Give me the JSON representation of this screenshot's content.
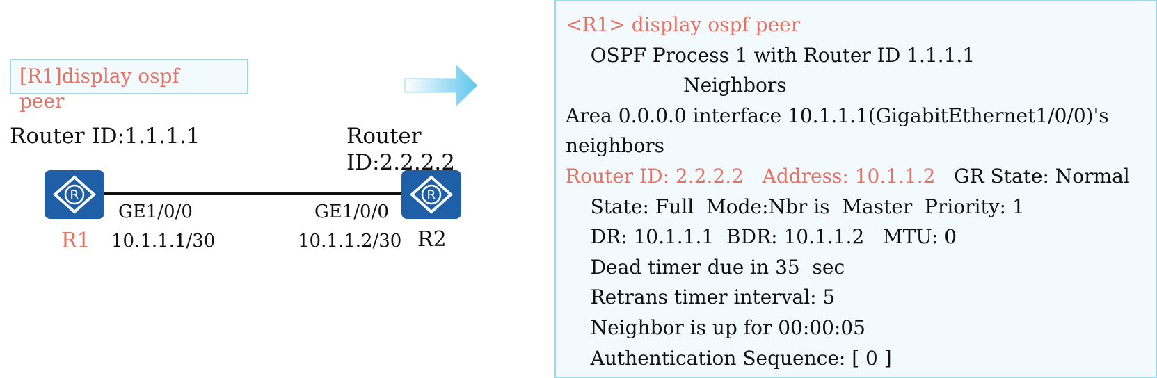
{
  "topology": {
    "command": "[R1]display ospf peer",
    "r1": {
      "name": "R1",
      "router_id_label": "Router ID:1.1.1.1",
      "port": "GE1/0/0",
      "ip": "10.1.1.1/30",
      "icon": "router-icon"
    },
    "r2": {
      "name": "R2",
      "router_id_label": "Router ID:2.2.2.2",
      "port": "GE1/0/0",
      "ip": "10.1.1.2/30",
      "icon": "router-icon"
    },
    "arrow_icon": "right-arrow-icon"
  },
  "output": {
    "prompt": "<R1> display ospf peer",
    "process_line": "    OSPF Process 1 with Router ID 1.1.1.1",
    "neighbors_heading": "                   Neighbors",
    "area_line_1": "Area 0.0.0.0 interface 10.1.1.1(GigabitEthernet1/0/0)'s",
    "area_line_2": "neighbors",
    "router_id": "Router ID: 2.2.2.2",
    "address": "Address: 10.1.1.2",
    "gr_state": "GR State: Normal",
    "state_line": "    State: Full  Mode:Nbr is  Master  Priority: 1",
    "dr_line": "    DR: 10.1.1.1  BDR: 10.1.1.2   MTU: 0",
    "dead_timer_line": "    Dead timer due in 35  sec",
    "retrans_line": "    Retrans timer interval: 5",
    "uptime_line": "    Neighbor is up for 00:00:05",
    "auth_line": "    Authentication Sequence: [ 0 ]"
  },
  "colors": {
    "accent_red": "#e77163",
    "router_blue": "#1f5fa8",
    "panel_border": "#9fd7ee",
    "panel_bg": "#f2fafd"
  }
}
